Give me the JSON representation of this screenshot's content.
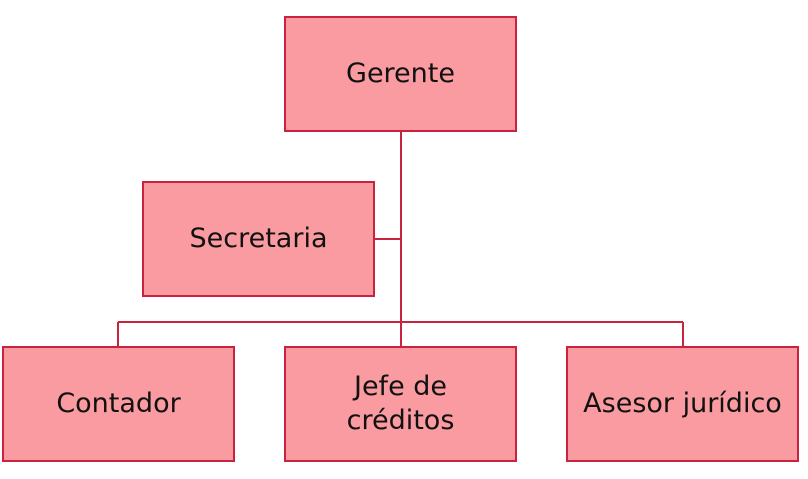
{
  "org_chart": {
    "root": {
      "label": "Gerente"
    },
    "assistant": {
      "label": "Secretaria"
    },
    "subordinates": [
      {
        "label": "Contador"
      },
      {
        "label": "Jefe de créditos"
      },
      {
        "label": "Asesor jurídico"
      }
    ]
  },
  "colors": {
    "box_fill": "#f99ba0",
    "box_border": "#c8243f",
    "connector": "#c8243f",
    "text": "#111111"
  }
}
